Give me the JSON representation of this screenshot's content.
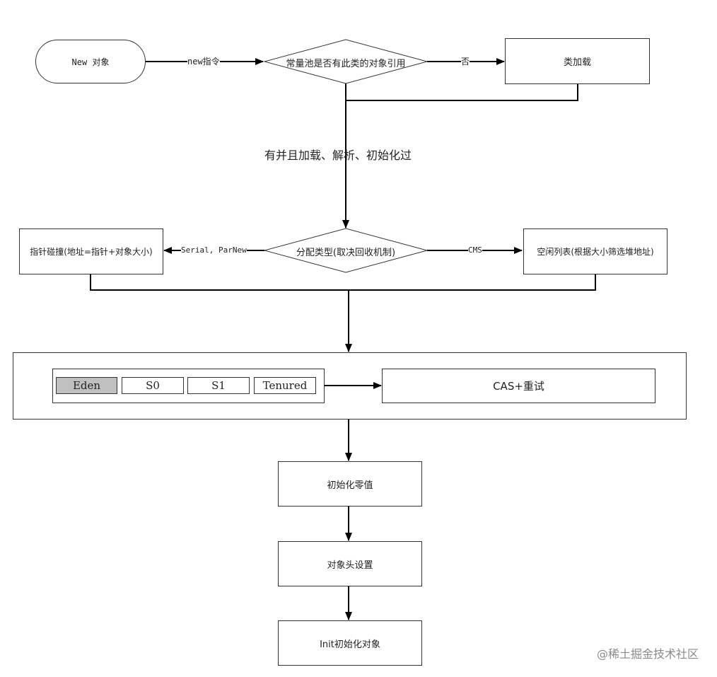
{
  "nodes": {
    "start": "New 对象",
    "decision_pool": "常量池是否有此类的对象引用",
    "class_load": "类加载",
    "decision_alloc": "分配类型(取决回收机制)",
    "pointer_bump": "指针碰撞(地址=指针+对象大小)",
    "free_list": "空闲列表(根据大小筛选堆地址)",
    "cas_retry": "CAS+重试",
    "init_zero": "初始化零值",
    "header_setup": "对象头设置",
    "init_object": "Init初始化对象"
  },
  "edges": {
    "new_instruction": "new指令",
    "no": "否",
    "loaded_note": "有并且加载、解析、初始化过",
    "serial_parnew": "Serial, ParNew",
    "cms": "CMS"
  },
  "heap_segments": [
    "Eden",
    "S0",
    "S1",
    "Tenured"
  ],
  "watermark": "@稀土掘金技术社区"
}
